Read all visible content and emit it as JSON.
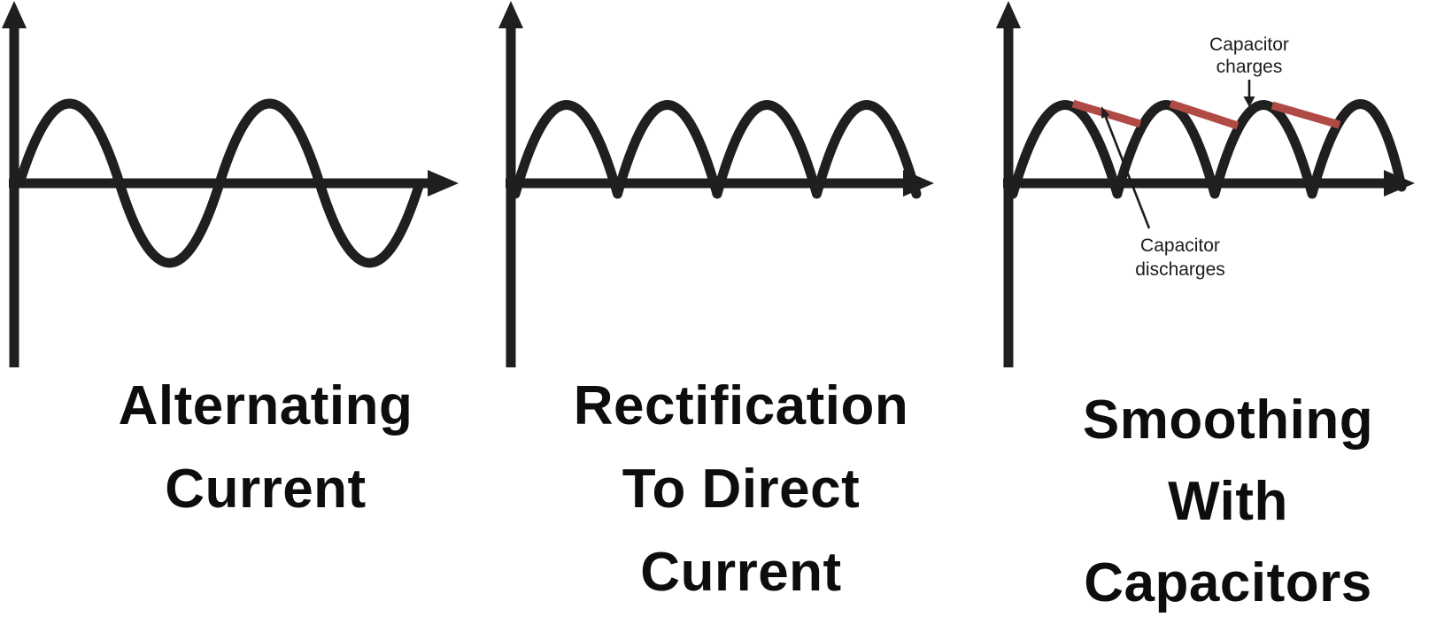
{
  "colors": {
    "ink": "#1f1f1f",
    "smoothing": "#b04a45",
    "title_ink": "#0d0d0d"
  },
  "panels": [
    {
      "id": "alternating-current",
      "waveform": "sine-wave",
      "title_lines": [
        "Alternating",
        "Current"
      ]
    },
    {
      "id": "rectification-to-direct-current",
      "waveform": "full-wave-rectified",
      "title_lines": [
        "Rectification",
        "To Direct",
        "Current"
      ]
    },
    {
      "id": "smoothing-with-capacitors",
      "waveform": "rectified-with-capacitor-smoothing",
      "title_lines": [
        "Smoothing",
        "With",
        "Capacitors"
      ],
      "annotations": {
        "charges": {
          "lines": [
            "Capacitor",
            "charges"
          ]
        },
        "discharges": {
          "lines": [
            "Capacitor",
            "discharges"
          ]
        }
      }
    }
  ]
}
